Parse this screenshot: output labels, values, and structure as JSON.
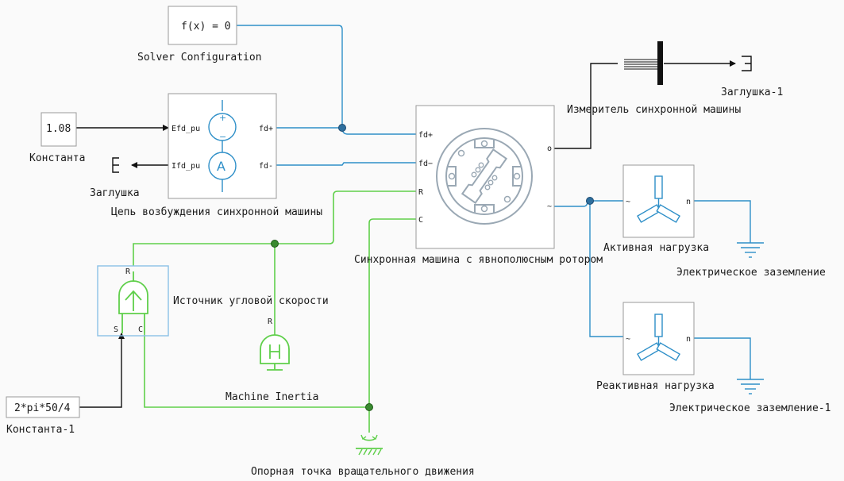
{
  "blocks": {
    "solver": {
      "label": "Solver Configuration",
      "value": "f(x) = 0"
    },
    "const1": {
      "label": "Константа",
      "value": "1.08"
    },
    "const2": {
      "label": "Константа-1",
      "value": "2*pi*50/4"
    },
    "term1": {
      "label": "Заглушка"
    },
    "term2": {
      "label": "Заглушка-1"
    },
    "excitation": {
      "label": "Цепь возбуждения синхронной машины",
      "ports": {
        "efd": "Efd_pu",
        "ifd": "Ifd_pu",
        "fdp": "fd+",
        "fdm": "fd-"
      }
    },
    "machine": {
      "label": "Синхронная машина с явнополюсным ротором",
      "ports": {
        "fdp": "fd+",
        "fdm": "fd−",
        "r": "R",
        "c": "C",
        "o": "o",
        "tilde": "~"
      }
    },
    "meter": {
      "label": "Измеритель синхронной машины"
    },
    "active_load": {
      "label": "Активная нагрузка",
      "ports": {
        "tilde": "~",
        "n": "n"
      }
    },
    "reactive_load": {
      "label": "Реактивная нагрузка",
      "ports": {
        "tilde": "~",
        "n": "n"
      }
    },
    "ground1": {
      "label": "Электрическое заземление"
    },
    "ground2": {
      "label": "Электрическое заземление-1"
    },
    "speed_source": {
      "label": "Источник угловой скорости",
      "ports": {
        "r": "R",
        "s": "S",
        "c": "C"
      }
    },
    "inertia": {
      "label": "Machine Inertia",
      "ports": {
        "r": "R"
      }
    },
    "mech_ref": {
      "label": "Опорная точка вращательного движения"
    }
  },
  "colors": {
    "electrical": "#2e8fc8",
    "mechanical": "#5fcf4a",
    "signal": "#111111",
    "block_border": "#9a9a9a"
  }
}
